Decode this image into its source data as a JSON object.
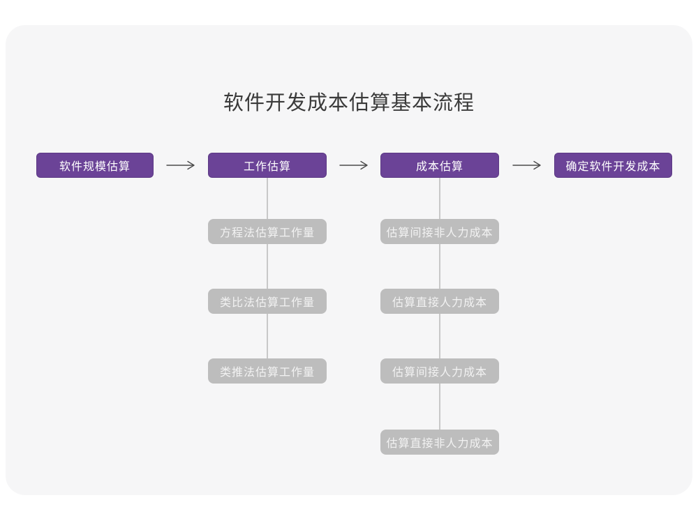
{
  "page": {
    "title": "软件开发成本估算基本流程"
  },
  "colors": {
    "page_bg": "#ffffff",
    "card_bg": "#f6f6f7",
    "title_text": "#3a3a3a",
    "purple_fill": "#6b4397",
    "purple_border": "#5d3a85",
    "purple_text": "#ffffff",
    "gray_fill": "#bdbdbd",
    "gray_text": "#f2f2f2",
    "connector": "#c8c8c8",
    "arrow": "#4a4a4a"
  },
  "icons": {
    "arrow_right": "arrow-right-icon"
  },
  "flow": {
    "main_steps": [
      "软件规模估算",
      "工作估算",
      "成本估算",
      "确定软件开发成本"
    ],
    "work_estimation_methods": [
      "方程法估算工作量",
      "类比法估算工作量",
      "类推法估算工作量"
    ],
    "cost_estimation_items": [
      "估算间接非人力成本",
      "估算直接人力成本",
      "估算间接人力成本",
      "估算直接非人力成本"
    ]
  }
}
